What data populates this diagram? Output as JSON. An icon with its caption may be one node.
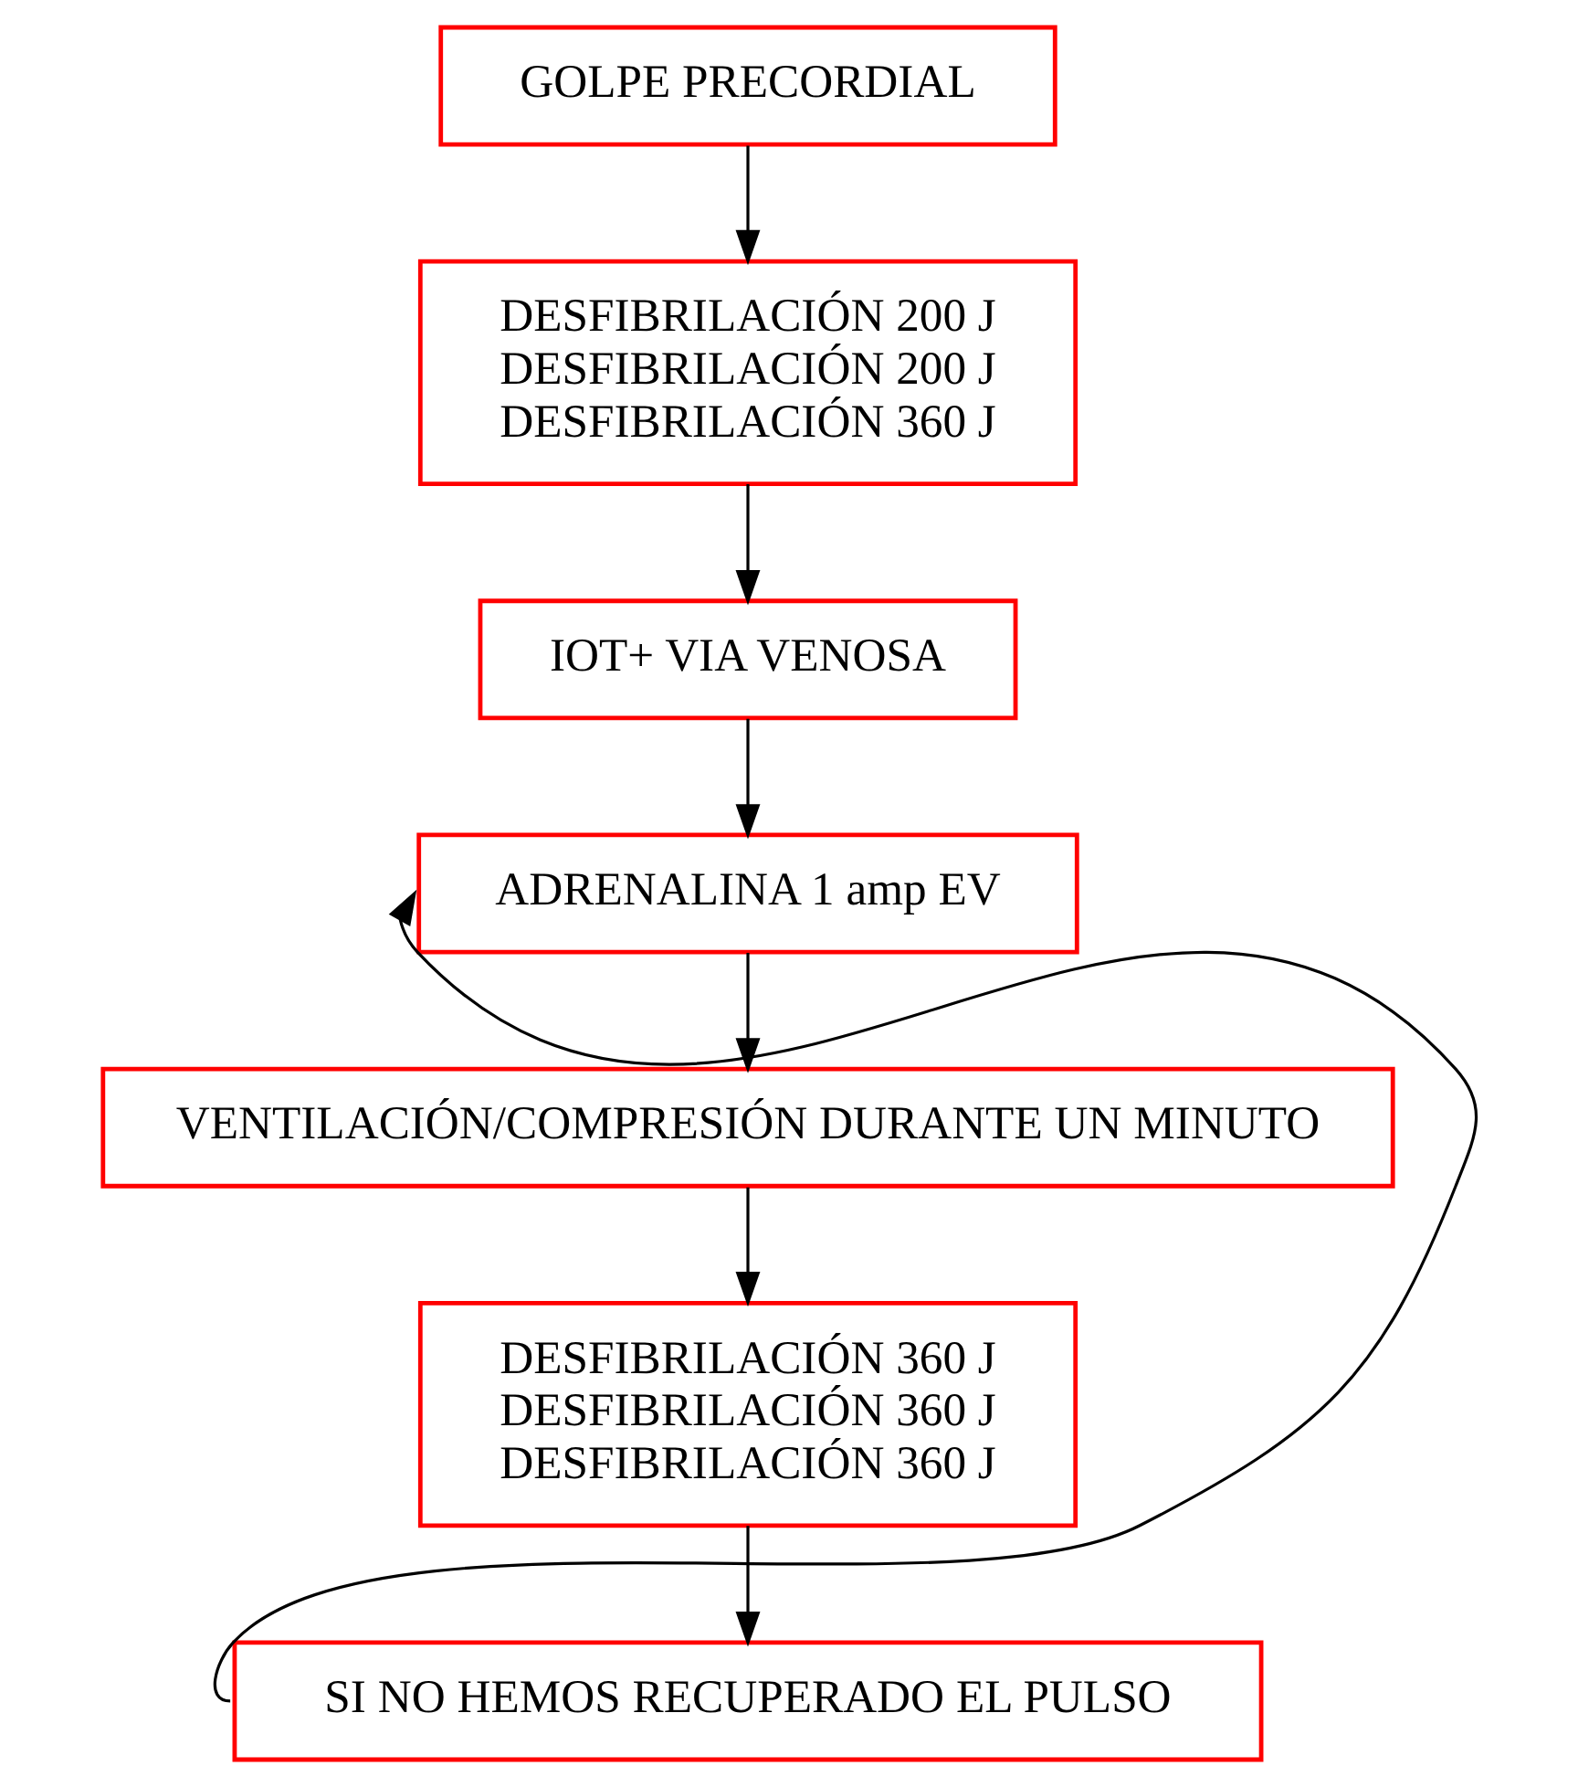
{
  "diagram": {
    "nodes": [
      {
        "text": [
          "GOLPE PRECORDIAL"
        ]
      },
      {
        "text": [
          "DESFIBRILACIÓN 200 J",
          "DESFIBRILACIÓN 200 J",
          "DESFIBRILACIÓN 360 J"
        ]
      },
      {
        "text": [
          "IOT+ VIA VENOSA"
        ]
      },
      {
        "text": [
          "ADRENALINA 1 amp EV"
        ]
      },
      {
        "text": [
          "VENTILACIÓN/COMPRESIÓN DURANTE UN MINUTO"
        ]
      },
      {
        "text": [
          "DESFIBRILACIÓN 360 J",
          "DESFIBRILACIÓN 360 J",
          "DESFIBRILACIÓN 360 J"
        ]
      },
      {
        "text": [
          "SI NO HEMOS RECUPERADO EL PULSO"
        ]
      }
    ],
    "edges": [
      {
        "from": 0,
        "to": 1,
        "arrow": "to"
      },
      {
        "from": 1,
        "to": 2,
        "arrow": "to"
      },
      {
        "from": 2,
        "to": 3,
        "arrow": "to"
      },
      {
        "from": 3,
        "to": 4,
        "arrow": "to"
      },
      {
        "from": 4,
        "to": 5,
        "arrow": "to"
      },
      {
        "from": 5,
        "to": 6,
        "arrow": "to"
      },
      {
        "from": 6,
        "to": 3,
        "arrow": "to"
      }
    ]
  }
}
